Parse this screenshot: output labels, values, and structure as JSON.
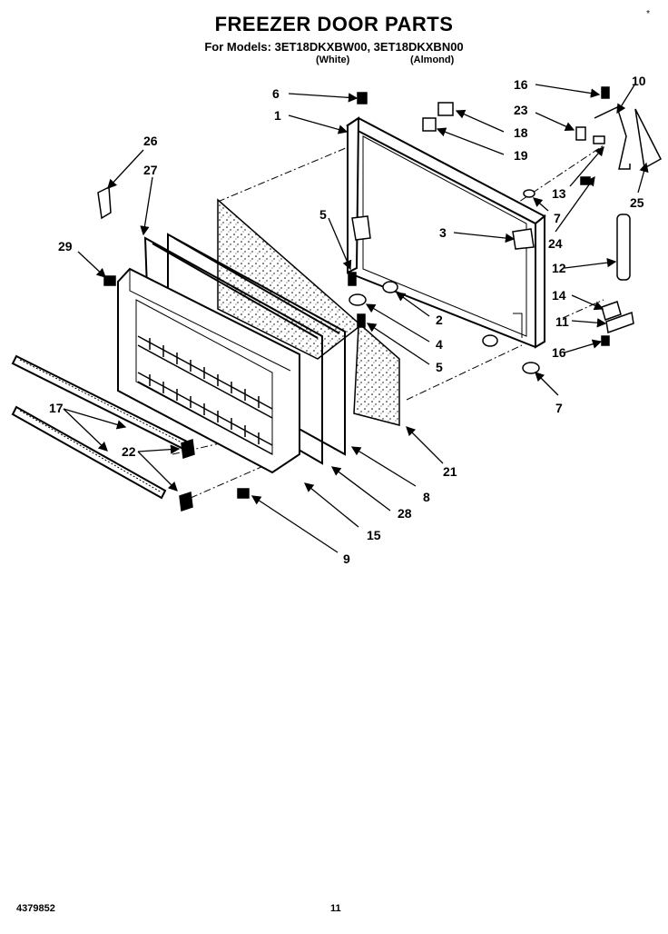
{
  "header": {
    "title": "FREEZER DOOR PARTS",
    "models": "For Models: 3ET18DKXBW00, 3ET18DKXBN00",
    "variant_white": "(White)",
    "variant_almond": "(Almond)",
    "star": "*"
  },
  "labels": {
    "p1": "1",
    "p2": "2",
    "p3": "3",
    "p4": "4",
    "p5a": "5",
    "p5b": "5",
    "p6": "6",
    "p7a": "7",
    "p7b": "7",
    "p8": "8",
    "p9": "9",
    "p10": "10",
    "p11": "11",
    "p12": "12",
    "p13": "13",
    "p14": "14",
    "p15": "15",
    "p16a": "16",
    "p16b": "16",
    "p17": "17",
    "p18": "18",
    "p19": "19",
    "p21": "21",
    "p22": "22",
    "p23": "23",
    "p24": "24",
    "p25": "25",
    "p26": "26",
    "p27": "27",
    "p28": "28",
    "p29": "29"
  },
  "footer": {
    "part_number": "4379852",
    "page": "11"
  }
}
